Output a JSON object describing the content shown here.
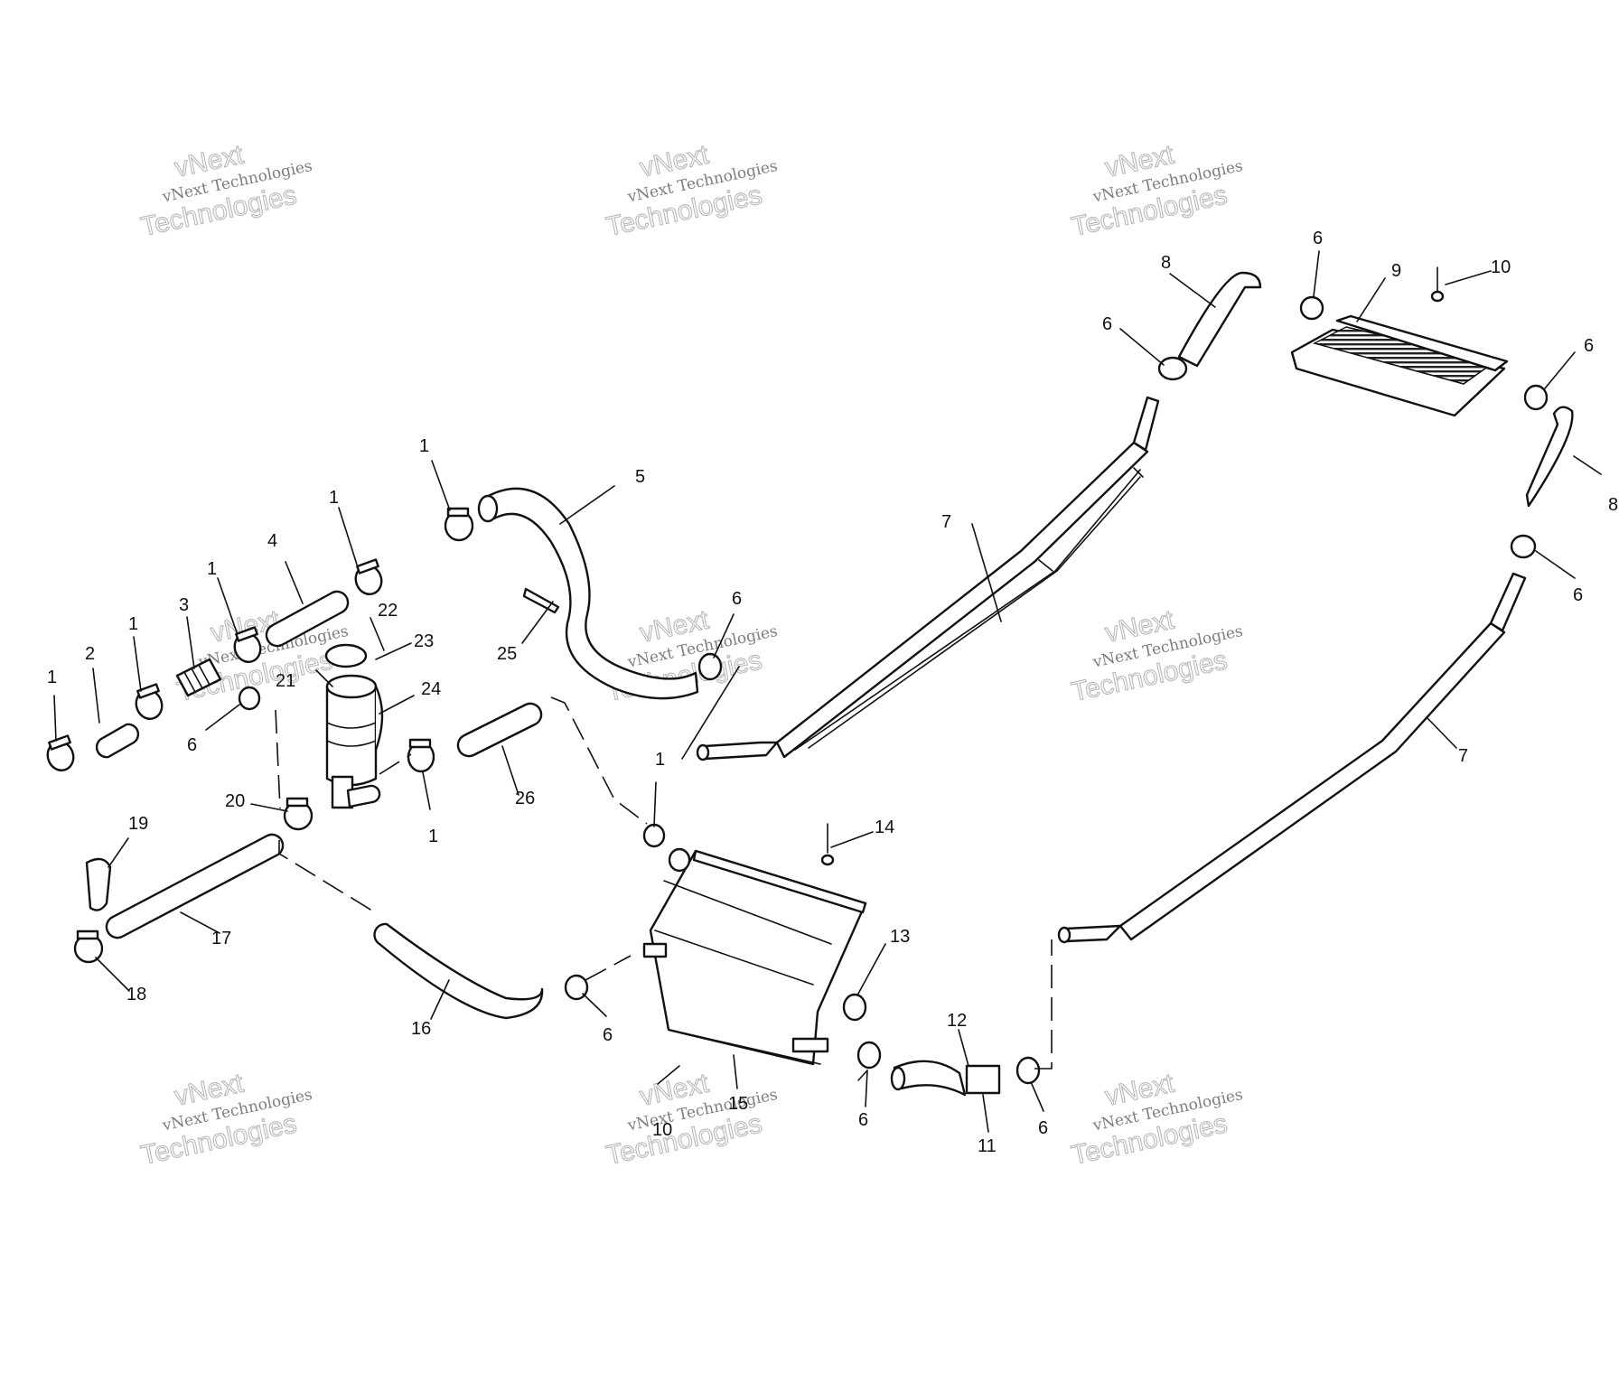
{
  "watermark": {
    "line1": "vNext Technologies",
    "line2": "vNext",
    "line3": "Technologies"
  },
  "callouts": {
    "c1a": "1",
    "c1b": "1",
    "c1c": "1",
    "c1d": "1",
    "c1e": "1",
    "c1f": "1",
    "c1g": "1",
    "c2": "2",
    "c3": "3",
    "c4": "4",
    "c5": "5",
    "c6a": "6",
    "c6b": "6",
    "c6c": "6",
    "c6d": "6",
    "c6e": "6",
    "c6f": "6",
    "c6g": "6",
    "c6h": "6",
    "c7a": "7",
    "c7b": "7",
    "c8a": "8",
    "c8b": "8",
    "c9": "9",
    "c10a": "10",
    "c10b": "10",
    "c11": "11",
    "c12": "12",
    "c13": "13",
    "c14": "14",
    "c15": "15",
    "c16": "16",
    "c17": "17",
    "c18": "18",
    "c19": "19",
    "c20": "20",
    "c21": "21",
    "c22": "22",
    "c23": "23",
    "c24": "24",
    "c25": "25",
    "c26": "26"
  }
}
